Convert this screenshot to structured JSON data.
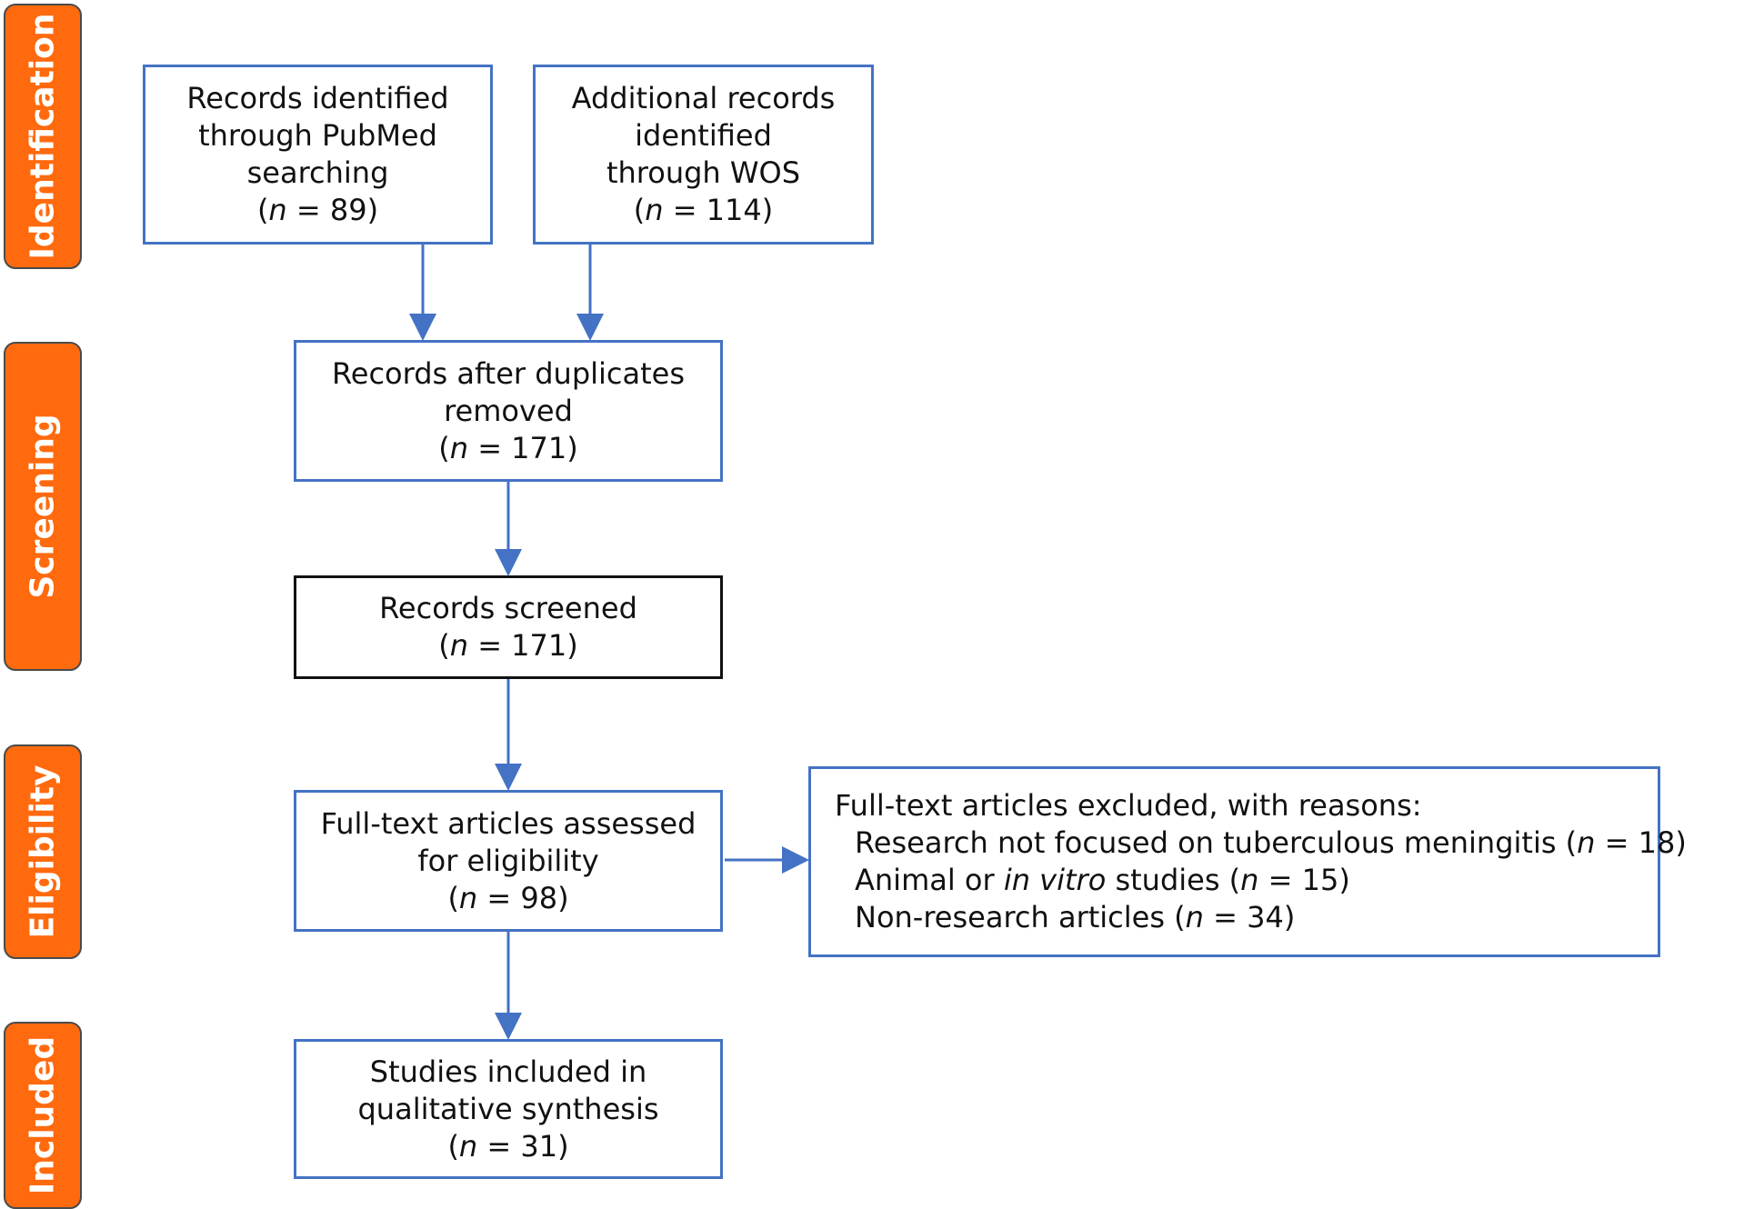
{
  "phases": {
    "identification": "Identification",
    "screening": "Screening",
    "eligibility": "Eligibility",
    "included": "Included"
  },
  "boxes": {
    "pubmed": {
      "line1": "Records identified",
      "line2": "through PubMed",
      "line3": "searching",
      "n_label": "n",
      "n_value": "89"
    },
    "wos": {
      "line1": "Additional records",
      "line2": "identified",
      "line3": "through WOS",
      "n_label": "n",
      "n_value": "114"
    },
    "duplicates": {
      "line1": "Records after duplicates",
      "line2": "removed",
      "n_label": "n",
      "n_value": "171"
    },
    "screened": {
      "line1": "Records screened",
      "n_label": "n",
      "n_value": "171"
    },
    "fulltext": {
      "line1": "Full-text articles assessed",
      "line2": "for eligibility",
      "n_label": "n",
      "n_value": "98"
    },
    "excluded": {
      "heading": "Full-text articles excluded, with reasons:",
      "reason1": "Research not focused on tuberculous meningitis",
      "reason1_n": "18",
      "reason2_a": "Animal or",
      "reason2_italic": "in vitro",
      "reason2_b": "studies",
      "reason2_n": "15",
      "reason3": "Non-research articles",
      "reason3_n": "34",
      "n_label": "n"
    },
    "included": {
      "line1": "Studies included in",
      "line2": "qualitative synthesis",
      "n_label": "n",
      "n_value": "31"
    }
  },
  "colors": {
    "phase_fill": "#FF6A0E",
    "box_border": "#4472C4",
    "screened_border": "#111111"
  }
}
